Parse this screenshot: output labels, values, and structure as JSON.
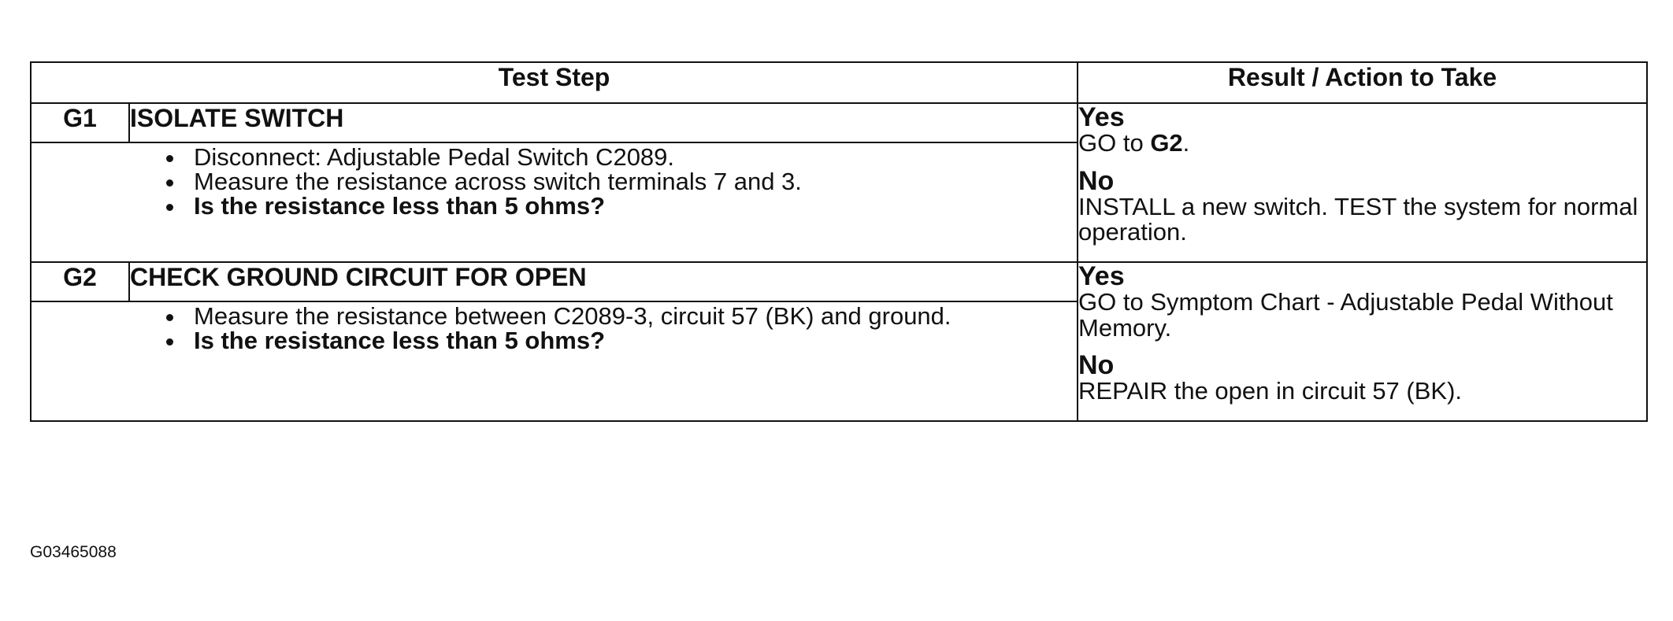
{
  "table": {
    "header_step": "Test Step",
    "header_result": "Result / Action to Take"
  },
  "steps": [
    {
      "id": "G1",
      "title": "ISOLATE SWITCH",
      "bullets": [
        "Disconnect: Adjustable Pedal Switch C2089.",
        "Measure the resistance across switch terminals 7 and 3.",
        "Is the resistance less than 5 ohms?"
      ],
      "yes_label": "Yes",
      "yes_prefix": "GO to ",
      "yes_ref": "G2",
      "yes_suffix": ".",
      "no_label": "No",
      "no_text": "INSTALL a new switch. TEST the system for normal operation."
    },
    {
      "id": "G2",
      "title": "CHECK GROUND CIRCUIT FOR OPEN",
      "bullets": [
        "Measure the resistance between C2089-3, circuit 57 (BK) and ground.",
        "Is the resistance less than 5 ohms?"
      ],
      "yes_label": "Yes",
      "yes_text": "GO to  Symptom Chart - Adjustable Pedal Without Memory.",
      "no_label": "No",
      "no_text": "REPAIR the open in circuit 57 (BK)."
    }
  ],
  "footer": {
    "figure_id": "G03465088"
  }
}
